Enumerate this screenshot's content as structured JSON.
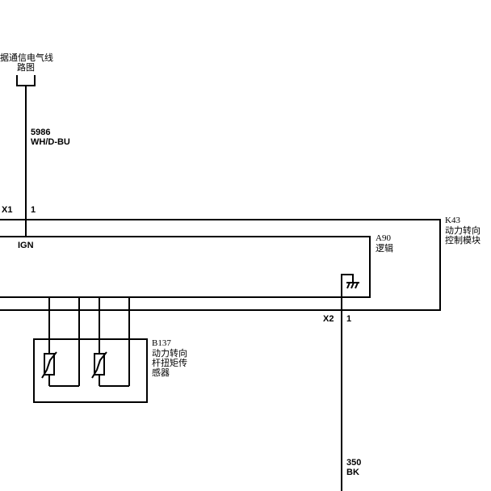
{
  "diagram": {
    "top_ref": {
      "line1": "据通信电气线",
      "line2": "路图"
    },
    "wire_top": {
      "circuit": "5986",
      "color": "WH/D-BU"
    },
    "connector_x1": {
      "name": "X1",
      "pin": "1"
    },
    "module_k43": {
      "id": "K43",
      "line1": "动力转向",
      "line2": "控制模块"
    },
    "pin_ign": "IGN",
    "logic_a90": {
      "id": "A90",
      "label": "逻辑"
    },
    "connector_x2": {
      "name": "X2",
      "pin": "1"
    },
    "sensor_b137": {
      "id": "B137",
      "line1": "动力转向",
      "line2": "杆扭矩传",
      "line3": "感器"
    },
    "wire_bottom": {
      "circuit": "350",
      "color": "BK"
    }
  }
}
